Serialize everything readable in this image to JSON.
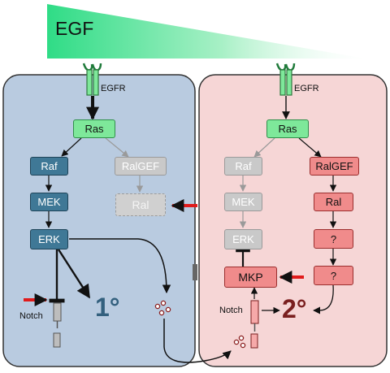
{
  "egf_label": "EGF",
  "left_cell": {
    "receptor_label": "EGFR",
    "nodes": {
      "ras": "Ras",
      "raf": "Raf",
      "mek": "MEK",
      "erk": "ERK",
      "ralgef": "RalGEF",
      "ral": "Ral"
    },
    "notch_label": "Notch",
    "fate_label": "1°"
  },
  "right_cell": {
    "receptor_label": "EGFR",
    "nodes": {
      "ras": "Ras",
      "raf": "Raf",
      "mek": "MEK",
      "erk": "ERK",
      "ralgef": "RalGEF",
      "ral": "Ral",
      "unknown_1": "?",
      "unknown_2": "?",
      "mkp": "MKP"
    },
    "notch_label": "Notch",
    "fate_label": "2°"
  },
  "colors": {
    "left_cell_fill": "#b9cbe0",
    "right_cell_fill": "#f6d6d6",
    "active_pathway_left": "#3f7896",
    "active_pathway_right": "#f08b8b",
    "inactive_pathway": "#c9c9c9",
    "ras": "#7ee89a",
    "fate_1": "#33607e",
    "fate_2": "#7a1f1f",
    "highlight_arrow": "#e01b1b"
  }
}
